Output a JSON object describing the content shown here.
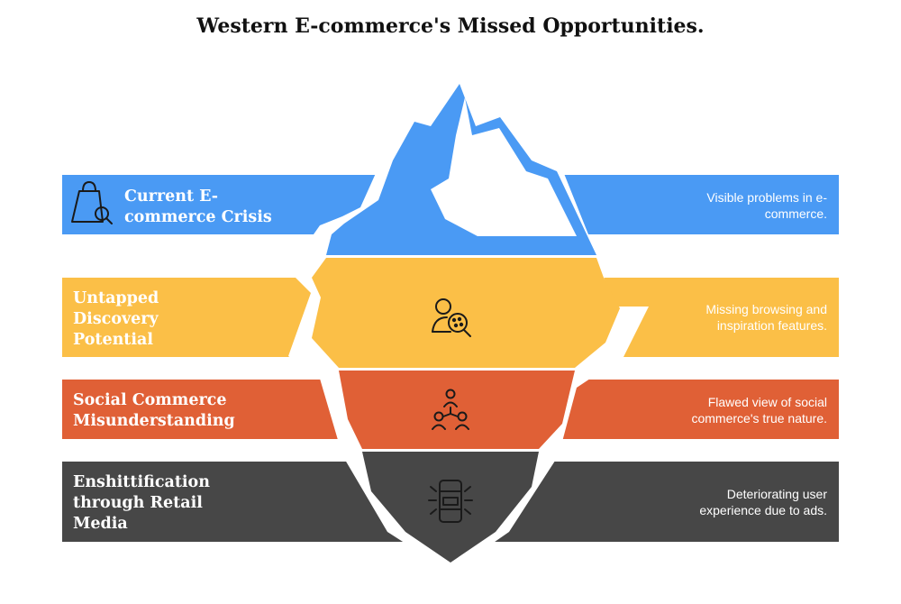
{
  "title": "Western E-commerce's Missed Opportunities.",
  "colors": {
    "blue": "#4a9af4",
    "yellow": "#fbbf47",
    "orange": "#e06036",
    "dark": "#474747",
    "water_gap": "#ffffff"
  },
  "layers": [
    {
      "label_line1": "Current E-",
      "label_line2": "commerce Crisis",
      "description_line1": "Visible problems in e-",
      "description_line2": "commerce.",
      "icon": "shopping-bag-search-icon"
    },
    {
      "label_line1": "Untapped",
      "label_line2": "Discovery",
      "label_line3": "Potential",
      "description_line1": "Missing browsing and",
      "description_line2": "inspiration features.",
      "icon": "user-search-icon"
    },
    {
      "label_line1": "Social Commerce",
      "label_line2": "Misunderstanding",
      "description_line1": "Flawed view of social",
      "description_line2": "commerce's true nature.",
      "icon": "people-network-icon"
    },
    {
      "label_line1": "Enshittification",
      "label_line2": "through Retail",
      "label_line3": "Media",
      "description_line1": "Deteriorating user",
      "description_line2": "experience due to ads.",
      "icon": "phone-ads-icon"
    }
  ]
}
